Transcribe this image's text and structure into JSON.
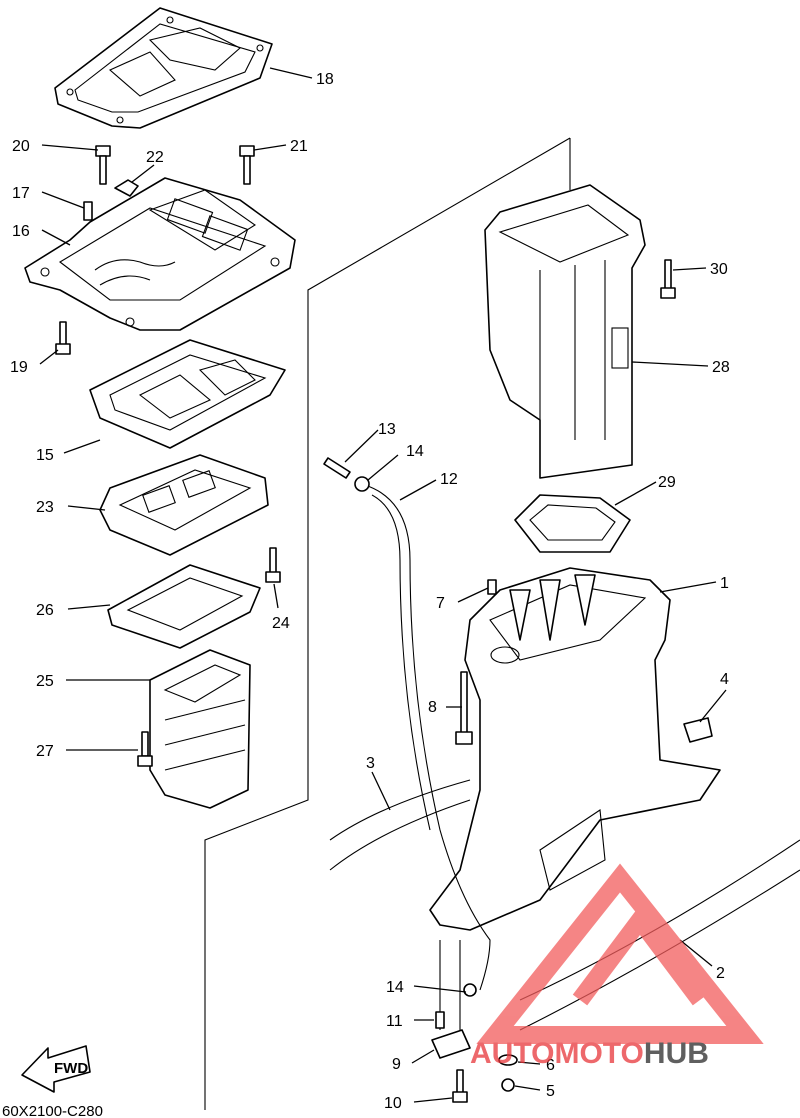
{
  "diagram_code": "60X2100-C280",
  "fwd_label": "FWD",
  "watermark": {
    "part1": "AUTO",
    "part2": "MOTO",
    "part3": "HUB",
    "accent_color": "#e8363a",
    "dark_color": "#2a2a2a",
    "triangle_color": "#f25c5c"
  },
  "callouts": {
    "c1": "1",
    "c2": "2",
    "c3": "3",
    "c4": "4",
    "c5": "5",
    "c6": "6",
    "c7": "7",
    "c8": "8",
    "c9": "9",
    "c10": "10",
    "c11": "11",
    "c12": "12",
    "c13": "13",
    "c14a": "14",
    "c14b": "14",
    "c15": "15",
    "c16": "16",
    "c17": "17",
    "c18": "18",
    "c19": "19",
    "c20": "20",
    "c21": "21",
    "c22": "22",
    "c23": "23",
    "c24": "24",
    "c25": "25",
    "c26": "26",
    "c27": "27",
    "c28": "28",
    "c29": "29",
    "c30": "30"
  }
}
